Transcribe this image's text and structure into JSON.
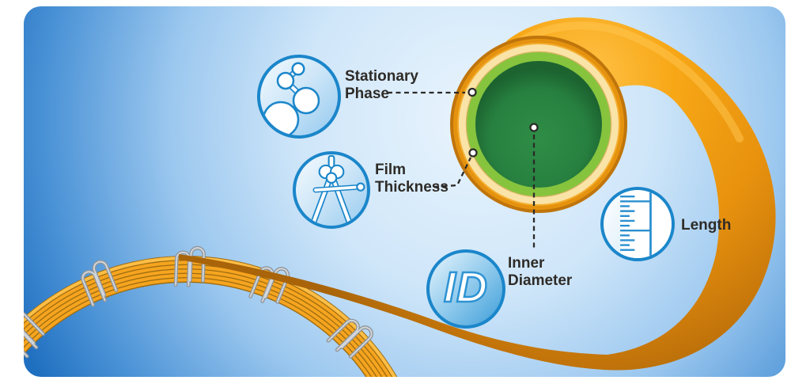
{
  "callouts": {
    "stationary_phase": {
      "line1": "Stationary",
      "line2": "Phase",
      "icon": "molecule-icon"
    },
    "film_thickness": {
      "line1": "Film",
      "line2": "Thickness",
      "icon": "compass-icon"
    },
    "inner_diameter": {
      "line1": "Inner",
      "line2": "Diameter",
      "badge_text": "ID"
    },
    "length": {
      "line1": "Length",
      "icon": "ruler-icon"
    }
  },
  "colors": {
    "background_blue_dark": "#1f6fc0",
    "background_blue_mid": "#9cc8ef",
    "background_blue_light": "#e9f4fd",
    "badge_border_blue": "#1b86ca",
    "icon_blue": "#2a8fd0",
    "tube_orange": "#f09c13",
    "tube_orange_highlight": "#ffc851",
    "tube_orange_shadow": "#a96409",
    "tube_rim_dark": "#c0750b",
    "coating_cream": "#fae3a6",
    "film_green": "#86c43e",
    "bore_green_center": "#2f8d47",
    "bore_green_edge": "#1c6330",
    "label_text": "#2e2b27",
    "clip_silver": "#c6cbd0",
    "connector_line": "#2b2a28"
  }
}
